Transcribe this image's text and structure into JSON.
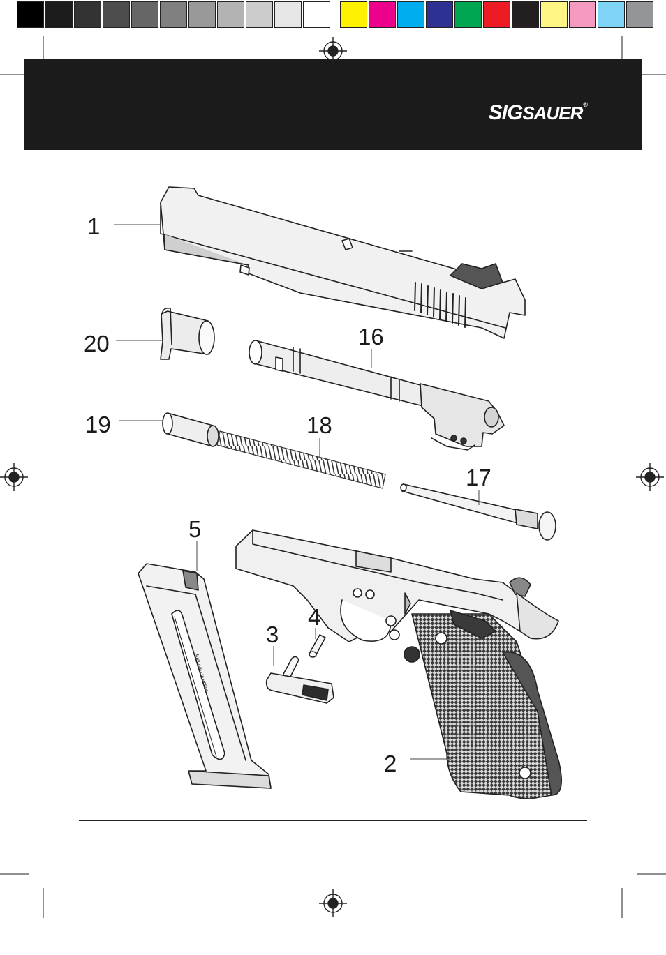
{
  "header": {
    "brand_part1": "SIG",
    "brand_part2": "SAUER",
    "registered_mark": "®"
  },
  "print_marks": {
    "gray_swatches": [
      "#000000",
      "#1c1c1c",
      "#333333",
      "#4d4d4d",
      "#666666",
      "#808080",
      "#999999",
      "#b3b3b3",
      "#cccccc",
      "#e6e6e6",
      "#ffffff"
    ],
    "color_swatches": [
      "#fff200",
      "#ec008c",
      "#00aeef",
      "#2e3192",
      "#00a651",
      "#ed1c24",
      "#231f20",
      "#fff685",
      "#f49ac1",
      "#7fd4f6",
      "#939598"
    ]
  },
  "diagram": {
    "magazine_engraving": "Made in Germany",
    "callouts": [
      {
        "name": "slide",
        "number": "1"
      },
      {
        "name": "frame",
        "number": "2"
      },
      {
        "name": "slide-stop",
        "number": "3"
      },
      {
        "name": "pin",
        "number": "4"
      },
      {
        "name": "magazine",
        "number": "5"
      },
      {
        "name": "barrel",
        "number": "16"
      },
      {
        "name": "guide-rod",
        "number": "17"
      },
      {
        "name": "recoil-spring",
        "number": "18"
      },
      {
        "name": "spring-plug",
        "number": "19"
      },
      {
        "name": "barrel-bushing",
        "number": "20"
      }
    ]
  }
}
